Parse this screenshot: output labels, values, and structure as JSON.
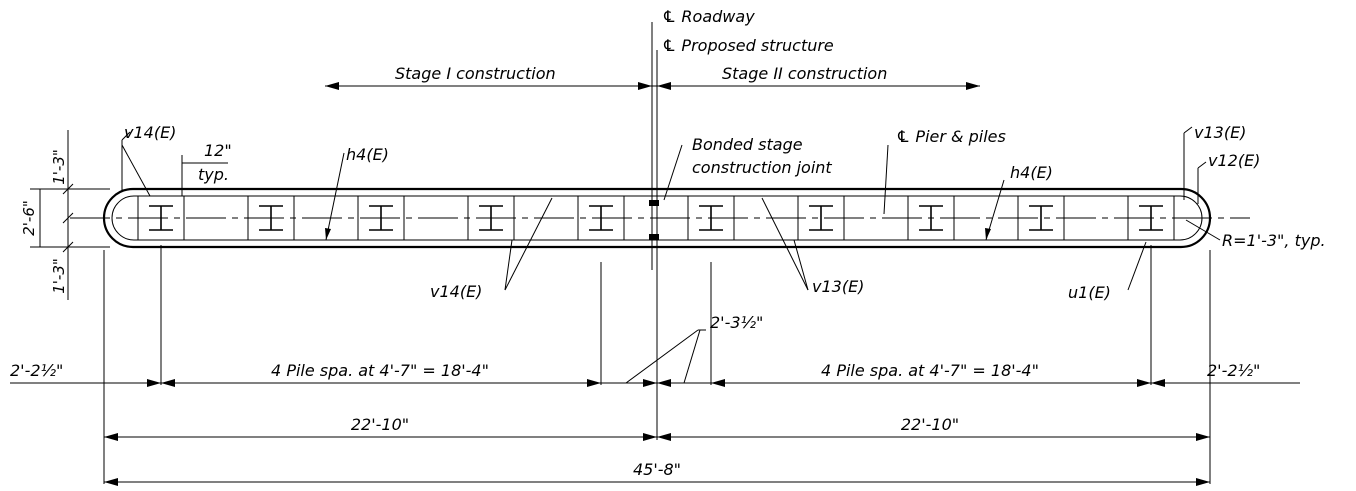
{
  "labels": {
    "cl_roadway": "℄ Roadway",
    "cl_structure": "℄ Proposed structure",
    "stage1": "Stage I construction",
    "stage2": "Stage II construction",
    "joint_line1": "Bonded stage",
    "joint_line2": "construction joint",
    "cl_pier": "℄ Pier & piles",
    "v14_left": "v14(E)",
    "v13_right": "v13(E)",
    "v12_right": "v12(E)",
    "h4_left": "h4(E)",
    "h4_right": "h4(E)",
    "typ_12": "12\"",
    "typ": "typ.",
    "v14_bottom": "v14(E)",
    "v13_bottom": "v13(E)",
    "u1": "u1(E)",
    "radius": "R=1'-3\", typ.",
    "dim_top": "1'-3\"",
    "dim_depth": "2'-6\"",
    "dim_bot": "1'-3\"",
    "end_left": "2'-2½\"",
    "end_right": "2'-2½\"",
    "pile_left": "4 Pile spa. at 4'-7\" = 18'-4\"",
    "pile_right": "4 Pile spa. at 4'-7\" = 18'-4\"",
    "center_gap": "2'-3½\"",
    "half_left": "22'-10\"",
    "half_right": "22'-10\"",
    "overall": "45'-8\""
  },
  "piles": {
    "count": 10
  }
}
